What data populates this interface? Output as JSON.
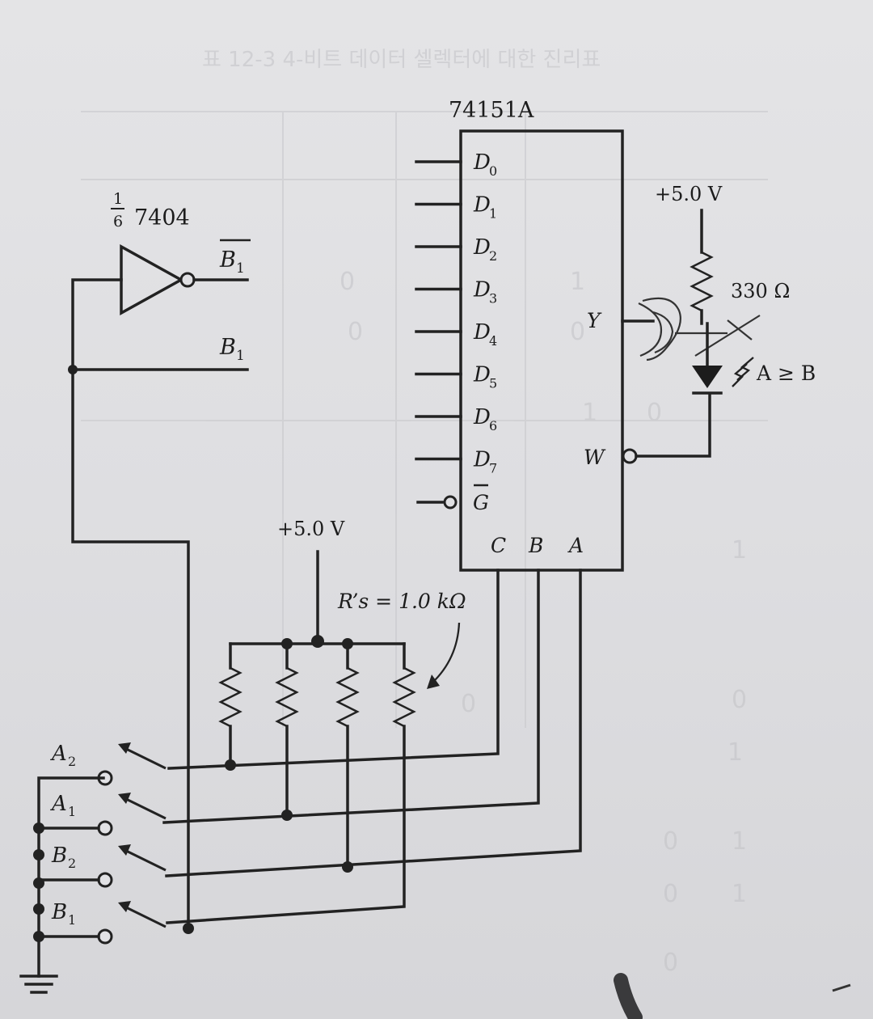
{
  "chip": {
    "part": "74151A",
    "data_inputs": [
      {
        "letter": "D",
        "sub": "0"
      },
      {
        "letter": "D",
        "sub": "1"
      },
      {
        "letter": "D",
        "sub": "2"
      },
      {
        "letter": "D",
        "sub": "3"
      },
      {
        "letter": "D",
        "sub": "4"
      },
      {
        "letter": "D",
        "sub": "5"
      },
      {
        "letter": "D",
        "sub": "6"
      },
      {
        "letter": "D",
        "sub": "7"
      }
    ],
    "enable_label": "G",
    "select_labels": [
      "C",
      "B",
      "A"
    ],
    "output_y": "Y",
    "output_w": "W"
  },
  "inverter": {
    "fraction_num": "1",
    "fraction_den": "6",
    "part": "7404",
    "out_letter": "B",
    "out_sub": "1",
    "in_letter": "B",
    "in_sub": "1"
  },
  "supply": {
    "top": "+5.0 V",
    "bottom": "+5.0 V"
  },
  "led": {
    "resistor": "330 Ω",
    "label": "A ≥ B"
  },
  "pullups": {
    "label": "R’s = 1.0 kΩ"
  },
  "switches": [
    {
      "letter": "A",
      "sub": "2"
    },
    {
      "letter": "A",
      "sub": "1"
    },
    {
      "letter": "B",
      "sub": "2"
    },
    {
      "letter": "B",
      "sub": "1"
    }
  ],
  "background_table": {
    "top_text": "표 12-3  4-비트 데이터 셀렉터에 대한 진리표",
    "digits": [
      "0",
      "1",
      "0",
      "0",
      "1",
      "0",
      "1",
      "0",
      "0",
      "1",
      "0",
      "1",
      "0",
      "1",
      "0"
    ]
  }
}
